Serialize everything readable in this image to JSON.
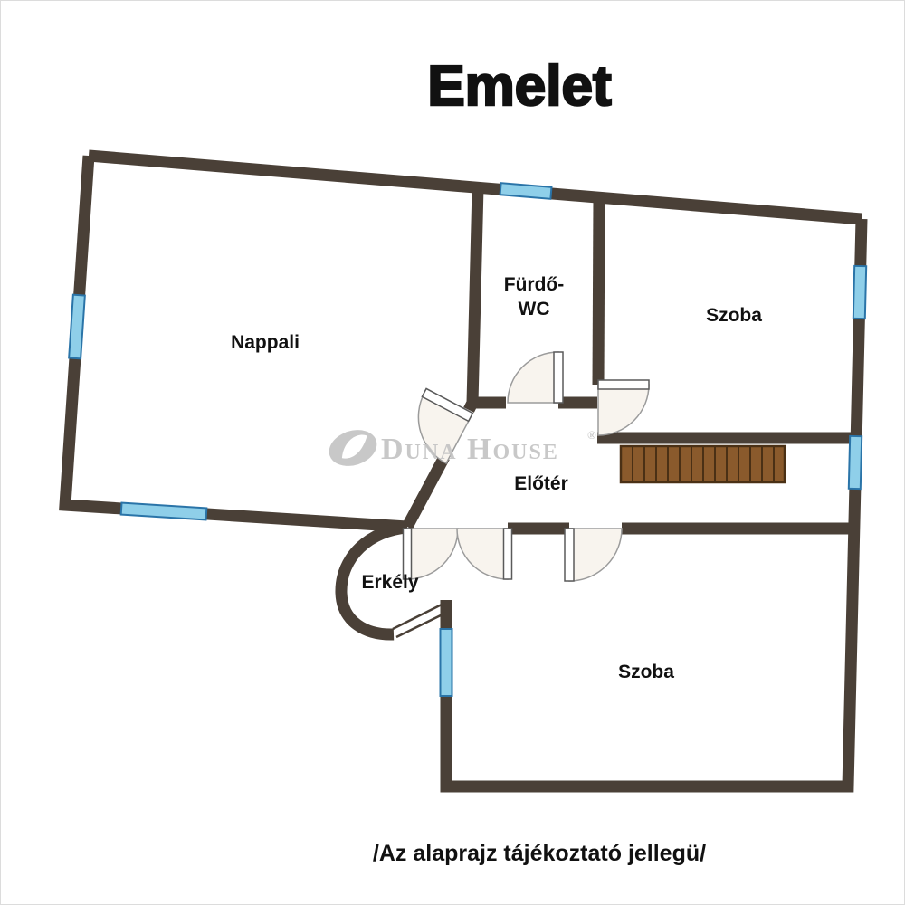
{
  "header": {
    "title": "Emelet"
  },
  "footer": {
    "disclaimer": "/Az alaprajz tájékoztató jellegü/"
  },
  "watermark": {
    "brand": "Duna House",
    "registered": "®"
  },
  "rooms": {
    "nappali": "Nappali",
    "furdo_line1": "Fürdő-",
    "furdo_line2": "WC",
    "szoba_top": "Szoba",
    "eloter": "Előtér",
    "erkely": "Erkély",
    "szoba_bottom": "Szoba"
  },
  "colors": {
    "wall": "#4a4037",
    "window_fill": "#8fcfe9",
    "window_stroke": "#2a74a8",
    "door_fill": "#f8f4ee",
    "door_stroke": "#9b9b9b",
    "leaf_stroke": "#5a5a5a",
    "stairs_fill": "#8a5a2c",
    "stairs_stroke": "#4a3015",
    "text": "#111111",
    "watermark": "#c3c3c3"
  }
}
